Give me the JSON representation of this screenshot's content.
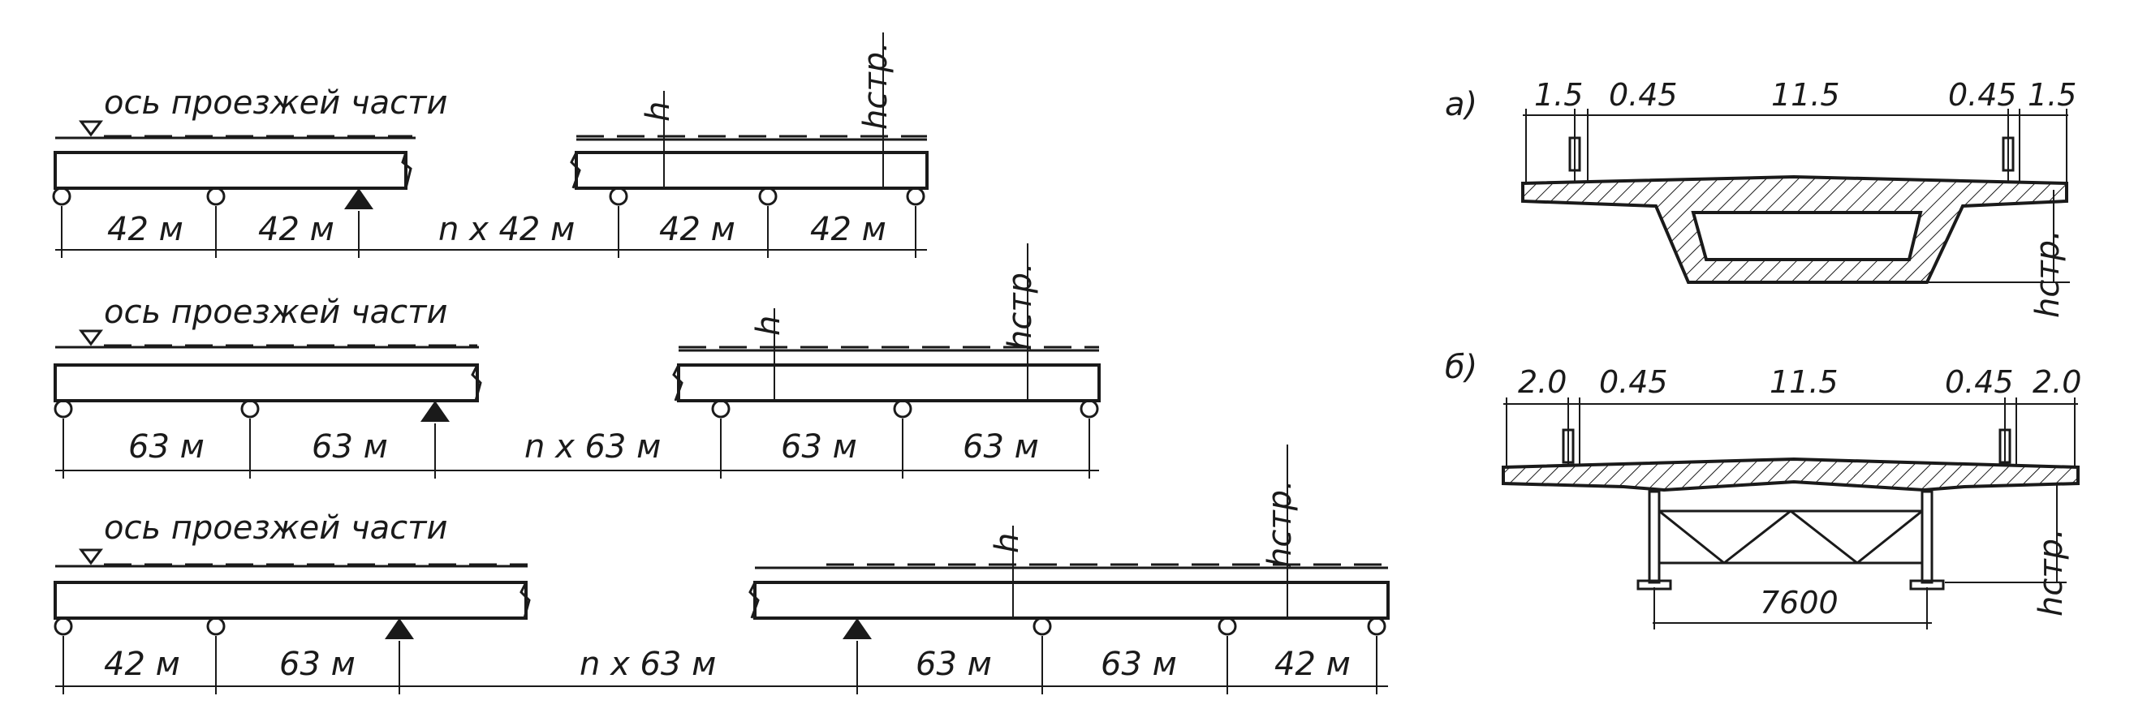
{
  "diagrams": {
    "row1": {
      "axis_label": "ось проезжей части",
      "spans": [
        "42 м",
        "42 м",
        "n x 42 м",
        "42 м",
        "42 м"
      ],
      "h_label": "h",
      "hstr_label": "hстр."
    },
    "row2": {
      "axis_label": "ось проезжей части",
      "spans": [
        "63 м",
        "63 м",
        "n x 63 м",
        "63 м",
        "63 м"
      ],
      "h_label": "h",
      "hstr_label": "hстр."
    },
    "row3": {
      "axis_label": "ось проезжей части",
      "spans": [
        "42 м",
        "63 м",
        "n x 63 м",
        "63 м",
        "63 м",
        "42 м"
      ],
      "h_label": "h",
      "hstr_label": "hстр."
    }
  },
  "sections": {
    "a": {
      "label": "а)",
      "dims": [
        "1.5",
        "0.45",
        "11.5",
        "0.45",
        "1.5"
      ],
      "hstr_label": "hстр."
    },
    "b": {
      "label": "б)",
      "dims": [
        "2.0",
        "0.45",
        "11.5",
        "0.45",
        "2.0"
      ],
      "bottom_dim": "7600",
      "hstr_label": "hстр."
    }
  }
}
